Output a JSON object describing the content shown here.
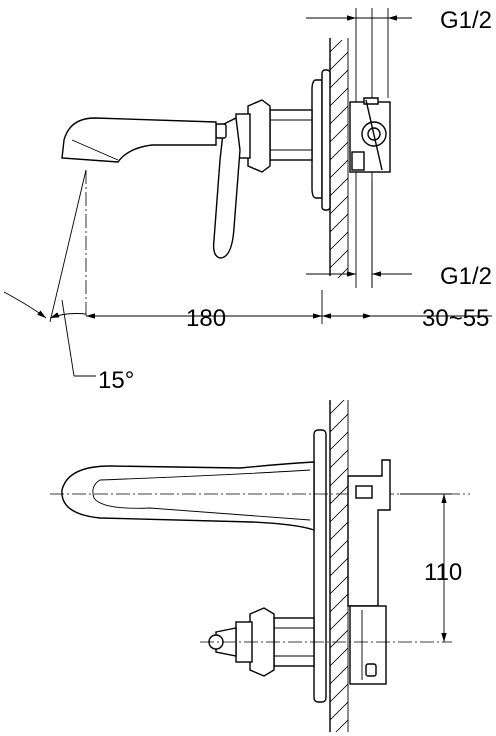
{
  "dimensions": {
    "thread_top": "G1/2",
    "thread_bottom": "G1/2",
    "spout_length": "180",
    "wall_depth": "30~55",
    "spout_angle": "15°",
    "outlet_spacing": "110"
  }
}
